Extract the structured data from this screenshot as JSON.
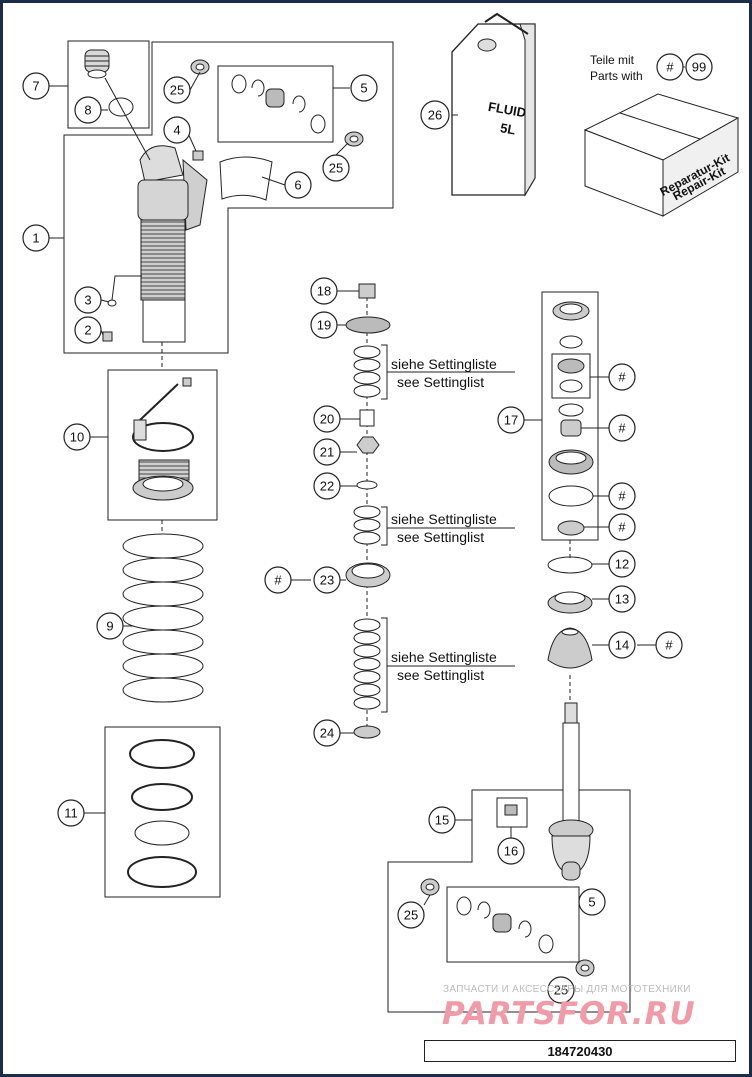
{
  "drawing_number": "184720430",
  "legend": {
    "line1": "Teile mit",
    "line2": "Parts with",
    "hash": "#",
    "kit_number": "99"
  },
  "fluid_can": {
    "line1": "FLUID",
    "line2": "5L"
  },
  "repair_kit": {
    "line1": "Reparatur-Kit",
    "line2": "Repair-Kit"
  },
  "setting_notes": [
    {
      "de": "siehe Settingliste",
      "en": "see Settinglist"
    },
    {
      "de": "siehe Settingliste",
      "en": "see Settinglist"
    },
    {
      "de": "siehe Settingliste",
      "en": "see Settinglist"
    }
  ],
  "callouts": {
    "c1": "1",
    "c2": "2",
    "c3": "3",
    "c4": "4",
    "c5a": "5",
    "c5b": "5",
    "c6": "6",
    "c7": "7",
    "c8": "8",
    "c9": "9",
    "c10": "10",
    "c11": "11",
    "c12": "12",
    "c13": "13",
    "c14": "14",
    "c15": "15",
    "c16": "16",
    "c17": "17",
    "c18": "18",
    "c19": "19",
    "c20": "20",
    "c21": "21",
    "c22": "22",
    "c23": "23",
    "c24": "24",
    "c25a": "25",
    "c25b": "25",
    "c25c": "25",
    "c25d": "25",
    "c26": "26",
    "h17a": "#",
    "h17b": "#",
    "h17c": "#",
    "h17d": "#",
    "h14": "#",
    "h23": "#"
  },
  "watermark": {
    "line1": "ЗАПЧАСТИ И АКСЕССУАРЫ ДЛЯ МОТОТЕХНИКИ",
    "line2": "PARTSFOR.RU"
  }
}
